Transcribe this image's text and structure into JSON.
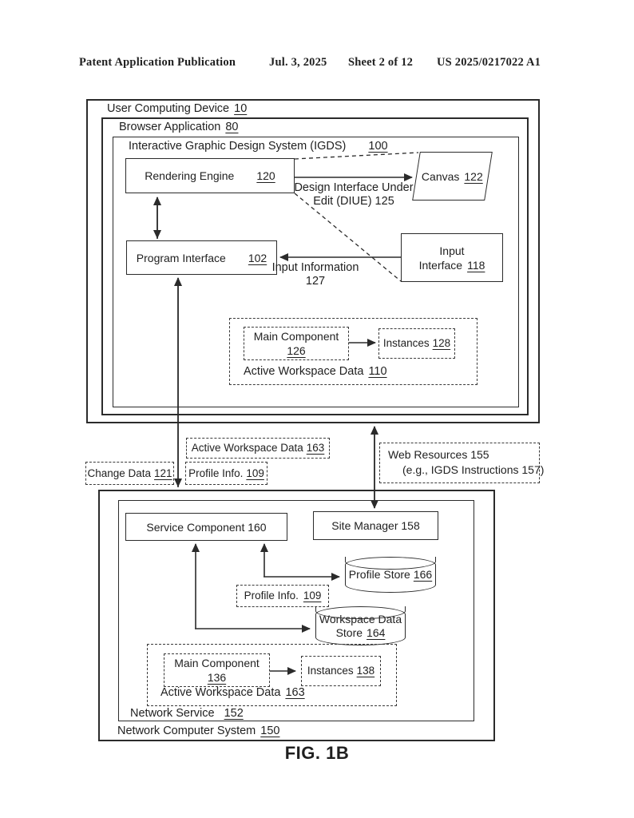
{
  "colors": {
    "ink": "#1f1f1f",
    "line": "#2b2b2b",
    "background": "#ffffff"
  },
  "header": {
    "publication": "Patent Application Publication",
    "date": "Jul. 3, 2025",
    "sheet": "Sheet 2 of 12",
    "number": "US 2025/0217022 A1"
  },
  "figure": {
    "caption": "FIG. 1B",
    "user_computing_device": {
      "label": "User Computing Device",
      "ref": "10"
    },
    "browser_application": {
      "label": "Browser Application",
      "ref": "80"
    },
    "igds": {
      "label": "Interactive Graphic Design System (IGDS)",
      "ref": "100"
    },
    "rendering_engine": {
      "label": "Rendering Engine",
      "ref": "120"
    },
    "canvas": {
      "label": "Canvas",
      "ref": "122"
    },
    "diue_label": {
      "line1": "Design Interface Under",
      "line2": "Edit (DIUE) 125"
    },
    "program_interface": {
      "label": "Program Interface",
      "ref": "102"
    },
    "input_information": {
      "line1": "Input Information",
      "line2": "127"
    },
    "input_interface": {
      "line1": "Input",
      "line2_label": "Interface",
      "ref": "118"
    },
    "active_workspace_data_110": {
      "label": "Active Workspace Data",
      "ref": "110",
      "main_component": {
        "label": "Main Component",
        "ref": "126"
      },
      "instances": {
        "label": "Instances",
        "ref": "128"
      }
    },
    "change_data": {
      "label": "Change Data",
      "ref": "121"
    },
    "active_workspace_data_163_flow": {
      "label": "Active Workspace Data",
      "ref": "163"
    },
    "profile_info_flow": {
      "label": "Profile Info.",
      "ref": "109"
    },
    "web_resources": {
      "line1": "Web Resources 155",
      "line2": "(e.g., IGDS Instructions 157)"
    },
    "service_component": {
      "label": "Service Component 160"
    },
    "site_manager": {
      "label": "Site Manager 158"
    },
    "profile_store": {
      "label": "Profile Store",
      "ref": "166"
    },
    "profile_info_store_flow": {
      "label": "Profile Info.",
      "ref": "109"
    },
    "workspace_data_store": {
      "line1": "Workspace Data",
      "line2_label": "Store",
      "ref": "164"
    },
    "active_workspace_data_163": {
      "label": "Active Workspace Data",
      "ref": "163",
      "main_component": {
        "label": "Main Component",
        "ref": "136"
      },
      "instances": {
        "label": "Instances",
        "ref": "138"
      }
    },
    "network_service": {
      "label": "Network Service",
      "ref": "152"
    },
    "network_computer_system": {
      "label": "Network Computer System",
      "ref": "150"
    }
  }
}
